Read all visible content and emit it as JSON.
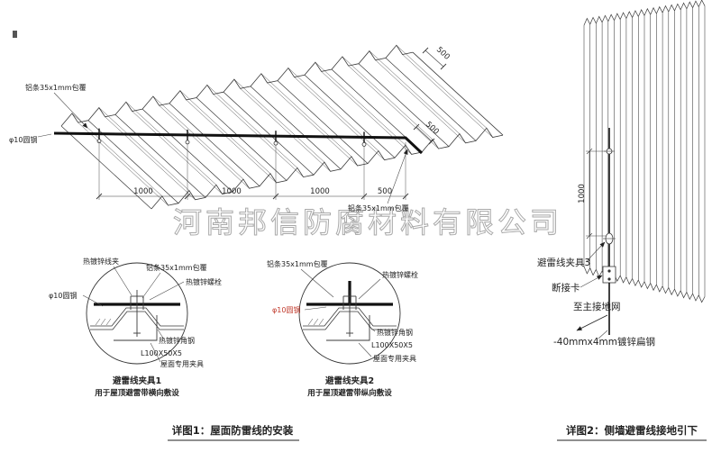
{
  "watermark": "河南邦信防腐材料有限公司",
  "colors": {
    "red_label": "#c0392b",
    "line": "#3a3a3a",
    "wire": "#111111",
    "watermark_gray": "#9b9b9b"
  },
  "roof": {
    "label_strip_left": "铝条35x1mm包覆",
    "label_strip_right": "铝条35x1mm包覆",
    "label_rod": "φ10圆钢",
    "dims_bottom": [
      "1000",
      "1000",
      "1000",
      "500"
    ],
    "dim_slope": "500",
    "dim_top_right": "500",
    "caption": "详图1：屋面防雷线的安装"
  },
  "detail1": {
    "title": "避雷线夹具1",
    "subtitle": "用于屋顶避雷带横向敷设",
    "labels": {
      "wire_clamp": "热镀锌线夹",
      "strip": "铝条35x1mm包覆",
      "bolt": "热镀锌螺栓",
      "rod": "φ10圆钢",
      "angle_steel": "热镀锌角钢",
      "angle_size": "L100X50X5",
      "roof_clamp": "屋面专用夹具"
    }
  },
  "detail2": {
    "title": "避雷线夹具2",
    "subtitle": "用于屋顶避雷带纵向敷设",
    "labels": {
      "strip": "铝条35x1mm包覆",
      "bolt": "热镀锌螺栓",
      "rod": "φ10圆钢",
      "angle_steel": "热镀锌角钢",
      "angle_size": "L100X50X5",
      "roof_clamp": "屋面专用夹具"
    }
  },
  "wall": {
    "dim_vertical": "1000",
    "label_clamp3": "避雷线夹具3",
    "label_disconnect": "断接卡",
    "label_to_ground": "至主接地网",
    "label_flat_steel": "-40mmx4mm镀锌扁钢",
    "caption": "详图2：侧墙避雷线接地引下"
  }
}
